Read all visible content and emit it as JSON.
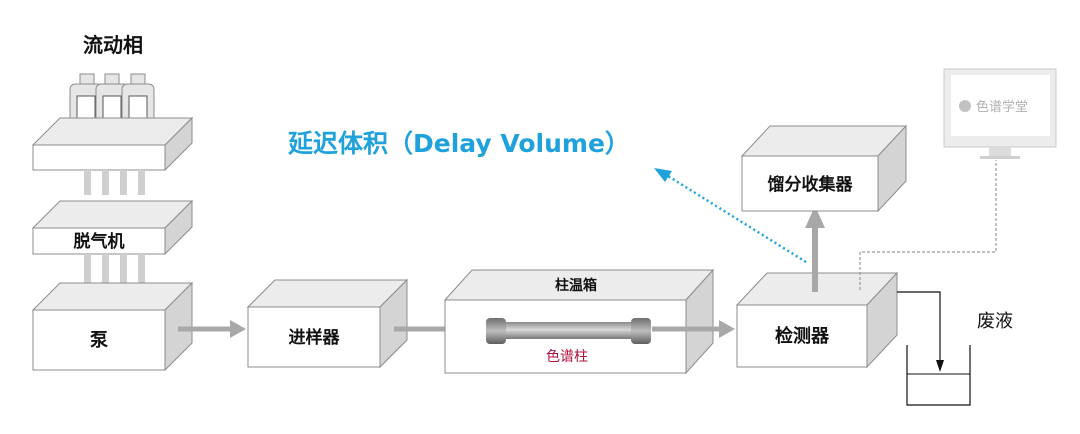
{
  "title": "流动相",
  "delay_label": "延迟体积（Delay Volume）",
  "components": {
    "degasser": "脱气机",
    "pump": "泵",
    "injector": "进样器",
    "oven": "柱温箱",
    "column": "色谱柱",
    "detector": "检测器",
    "collector": "馏分收集器",
    "waste": "废液"
  },
  "monitor_brand": "色谱学堂",
  "colors": {
    "accent": "#1fa2dc",
    "column_label": "#b0103a",
    "arrow": "#a8a8a8",
    "box_edge": "#8c8c8c",
    "box_side": "#d4d4d4",
    "box_top": "#ececec"
  }
}
